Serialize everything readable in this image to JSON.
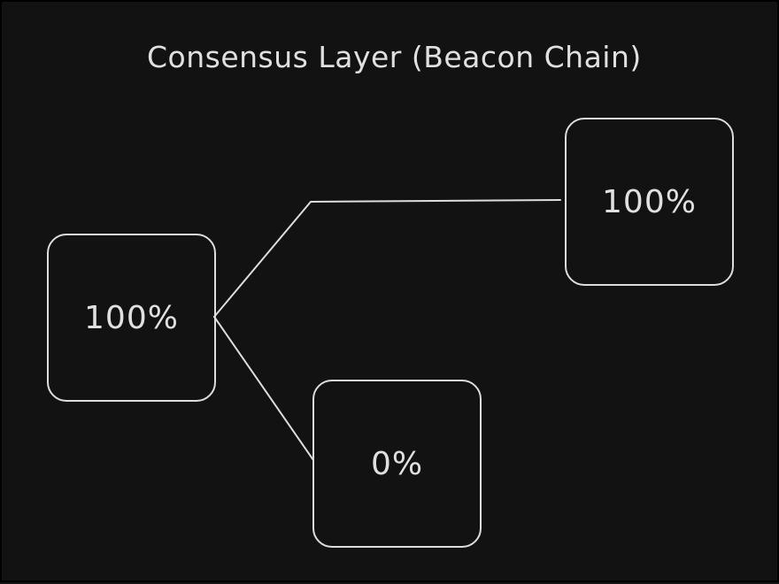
{
  "diagram": {
    "title": "Consensus Layer (Beacon Chain)",
    "colors": {
      "background": "#121212",
      "stroke": "#dddddd",
      "text": "#e0e0e0"
    },
    "nodes": {
      "source": {
        "label": "100%"
      },
      "top": {
        "label": "100%"
      },
      "bottom": {
        "label": "0%"
      }
    },
    "edges": [
      {
        "from": "source",
        "to": "top"
      },
      {
        "from": "source",
        "to": "bottom"
      }
    ]
  }
}
